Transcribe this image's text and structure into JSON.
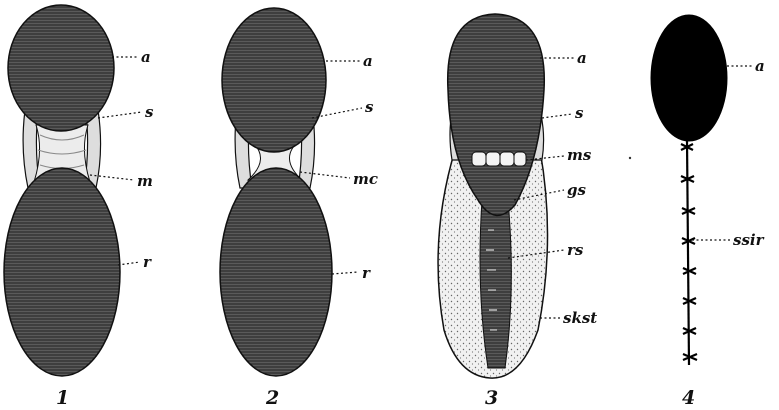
{
  "figures": [
    {
      "number": "1",
      "labels": {
        "a": "a",
        "s": "s",
        "m": "m",
        "r": "r"
      }
    },
    {
      "number": "2",
      "labels": {
        "a": "a",
        "s": "s",
        "mc": "mc",
        "r": "r"
      }
    },
    {
      "number": "3",
      "labels": {
        "a": "a",
        "s": "s",
        "ms": "ms",
        "gs": "gs",
        "rs": "rs",
        "skst": "skst"
      }
    },
    {
      "number": "4",
      "labels": {
        "a": "a",
        "ssir": "ssir"
      }
    }
  ],
  "colors": {
    "hatched_body": "#4a4a4a",
    "solid_body": "#000000",
    "outline": "#111111",
    "membrane": "#ececec"
  }
}
